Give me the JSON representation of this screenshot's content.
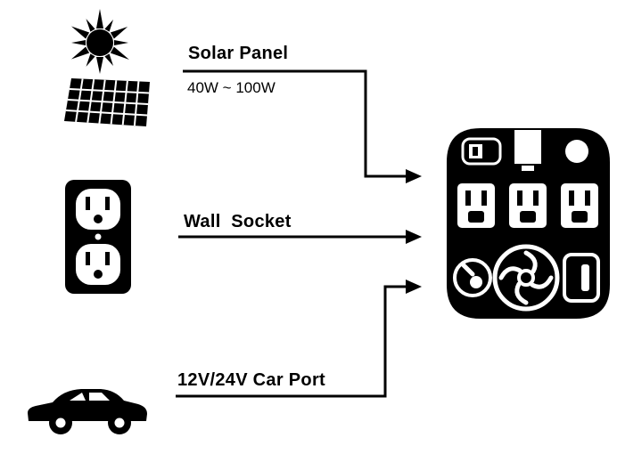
{
  "diagram": {
    "background": "#ffffff",
    "ink": "#000000",
    "sources": [
      {
        "id": "solar",
        "label": "Solar Panel",
        "spec": "40W ~ 100W",
        "icon": "sun-and-solar-panel-icon"
      },
      {
        "id": "wall",
        "label": "Wall  Socket",
        "icon": "wall-socket-icon"
      },
      {
        "id": "car",
        "label": "12V/24V Car Port",
        "icon": "car-icon"
      }
    ],
    "target": {
      "id": "power-station",
      "icon": "power-station-input-panel-icon",
      "features": [
        "power-switch",
        "led-light",
        "indicator-dot",
        "ac-outlet",
        "ac-outlet",
        "ac-outlet",
        "dc-input-jack",
        "cooling-fan",
        "dc-output-port"
      ]
    }
  }
}
